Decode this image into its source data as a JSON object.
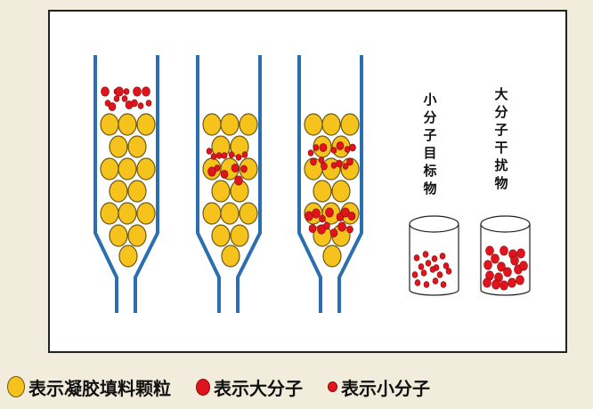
{
  "labels": {
    "small_target": "小分子目标物",
    "large_interference": "大分子干扰物"
  },
  "legend": [
    {
      "label": "表示凝胶填料颗粒",
      "symbol": "bead"
    },
    {
      "label": "表示大分子",
      "symbol": "large-molecule"
    },
    {
      "label": "表示小分子",
      "symbol": "small-molecule"
    }
  ],
  "colors": {
    "bead": "#f6c21c",
    "molecule": "#e0141c",
    "column": "#2a6fb0",
    "background": "#f1ecdb"
  }
}
